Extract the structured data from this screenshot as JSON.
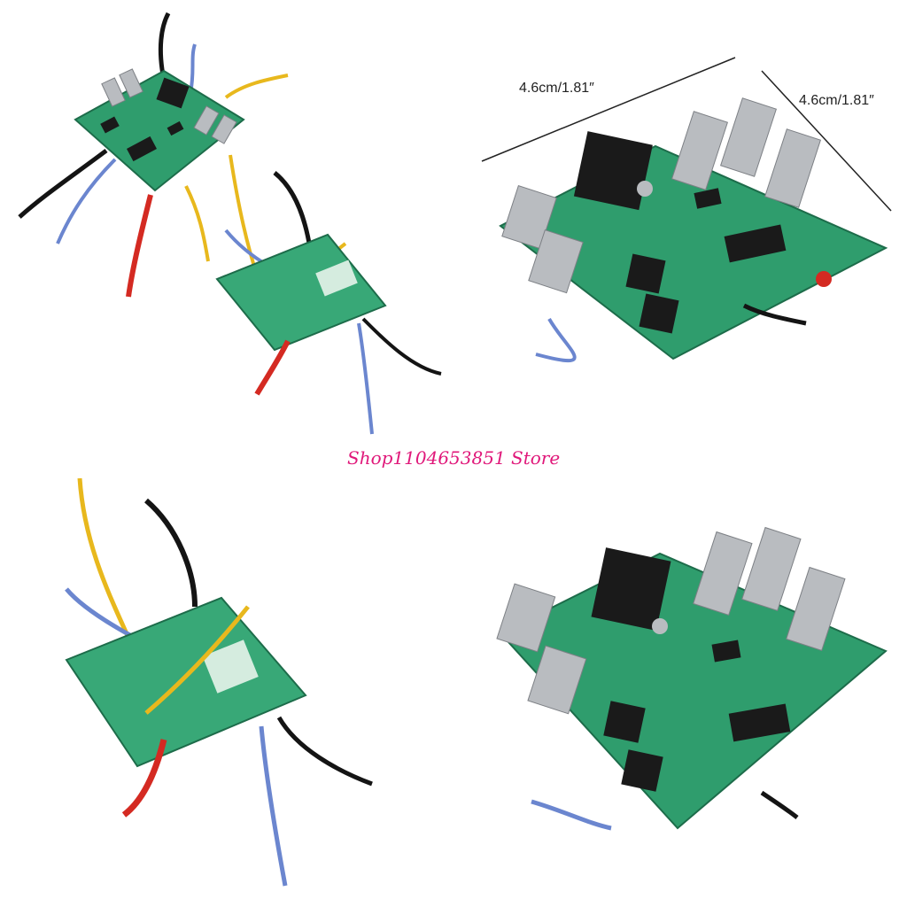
{
  "watermark": {
    "text": "Shop1104653851 Store",
    "color": "#e0187a"
  },
  "dimensions": {
    "width_label": "4.6cm/1.81″",
    "depth_label": "4.6cm/1.81″"
  },
  "colors": {
    "pcb": "#2f9d6d",
    "pcb_light": "#6fc79c",
    "chip": "#1a1a1a",
    "metal": "#b9bcc0",
    "wire_black": "#141414",
    "wire_blue": "#6b86cf",
    "wire_red": "#d42a22",
    "wire_yellow": "#e8b81d"
  }
}
